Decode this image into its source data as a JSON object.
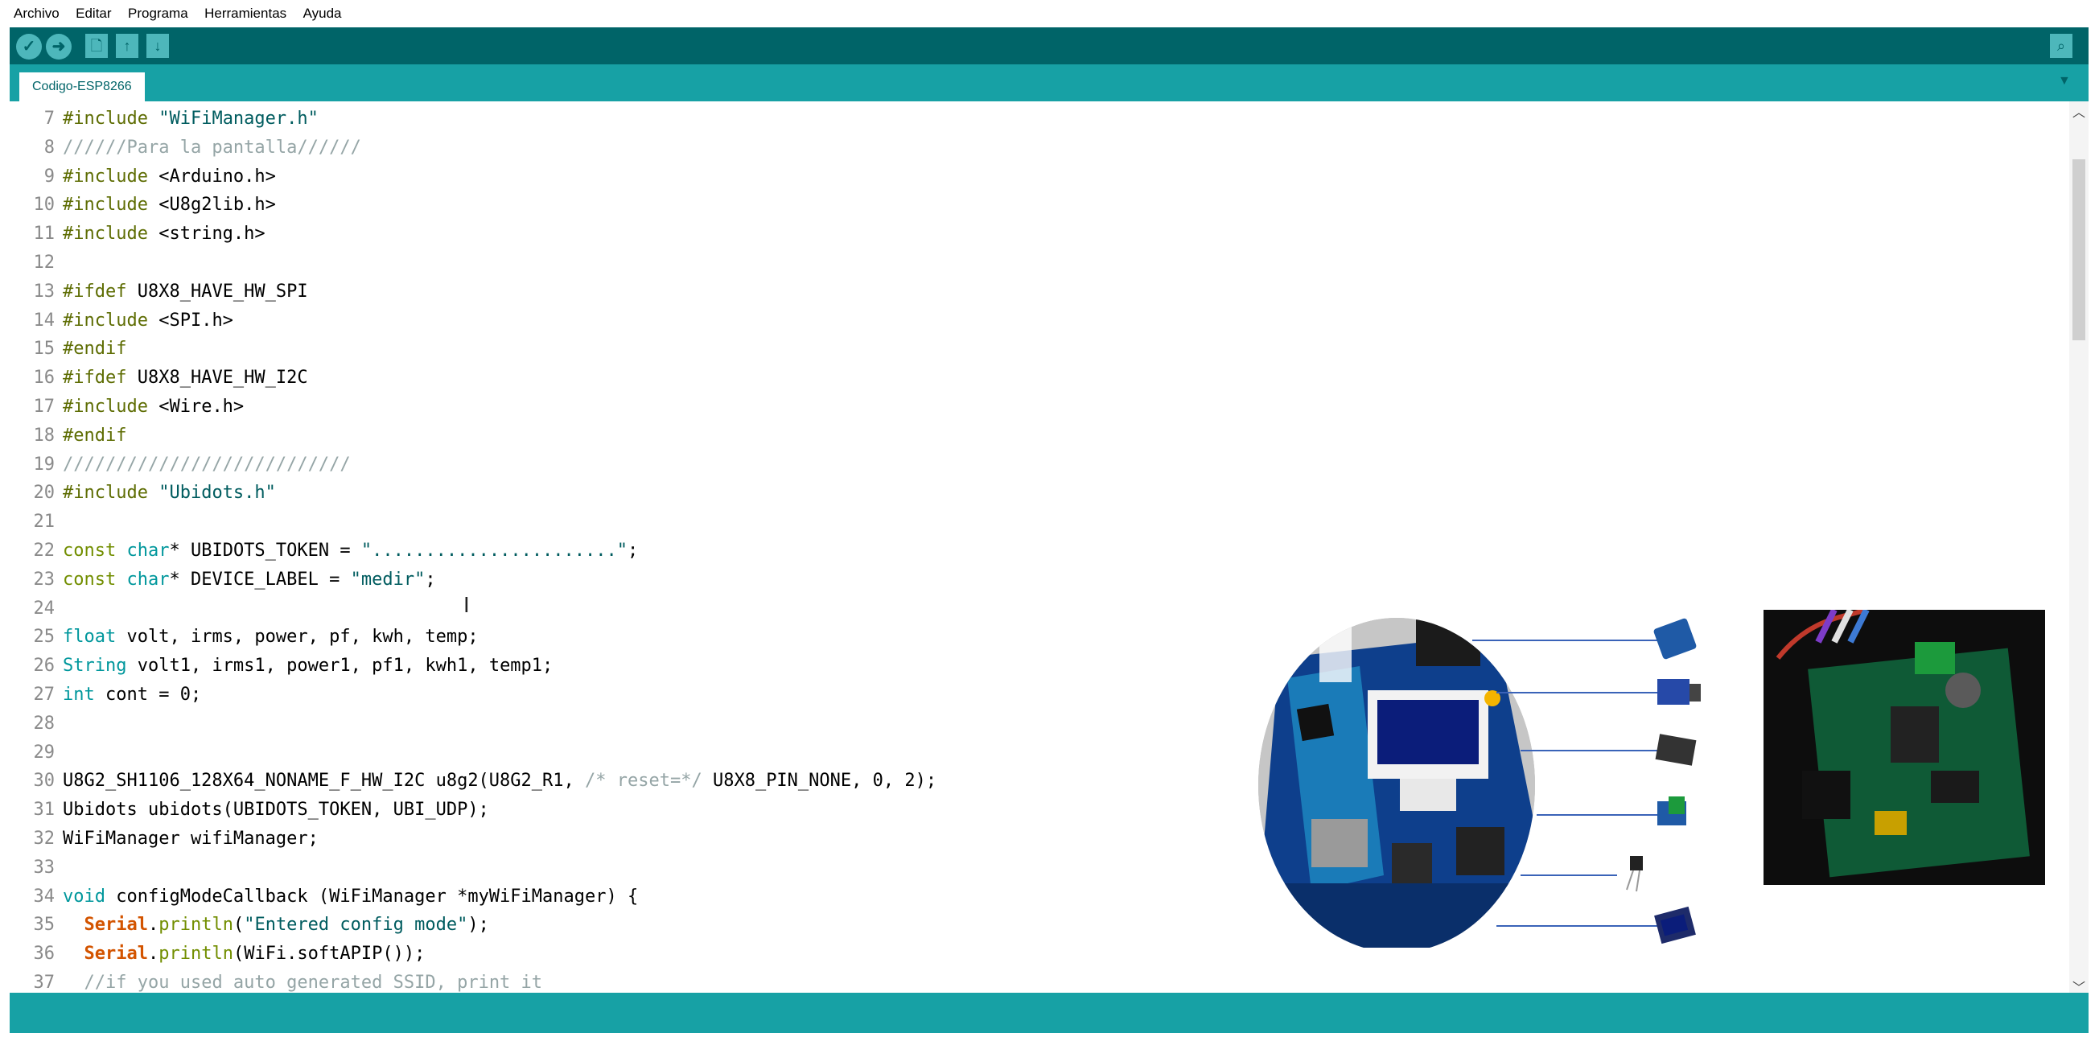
{
  "menu": [
    "Archivo",
    "Editar",
    "Programa",
    "Herramientas",
    "Ayuda"
  ],
  "toolbar": {
    "verify_icon": "check-icon",
    "upload_icon": "arrow-right-icon",
    "new_icon": "document-icon",
    "open_icon": "arrow-up-icon",
    "save_icon": "arrow-down-icon",
    "serial_monitor_icon": "magnifier-icon"
  },
  "tab": {
    "label": "Codigo-ESP8266"
  },
  "colors": {
    "toolbar": "#006468",
    "tabbar": "#17a1a5",
    "keyword": "#728e00",
    "type": "#00979c",
    "function": "#d35400",
    "string": "#005c5f",
    "comment": "#95a5a6"
  },
  "code": {
    "lines": [
      {
        "n": "7",
        "parts": [
          [
            "pp",
            "#include"
          ],
          [
            "",
            " "
          ],
          [
            "st",
            "\"WiFiManager.h\""
          ]
        ]
      },
      {
        "n": "8",
        "parts": [
          [
            "cm",
            "//////Para la pantalla//////"
          ]
        ]
      },
      {
        "n": "9",
        "parts": [
          [
            "pp",
            "#include"
          ],
          [
            "",
            " <Arduino.h>"
          ]
        ]
      },
      {
        "n": "10",
        "parts": [
          [
            "pp",
            "#include"
          ],
          [
            "",
            " <U8g2lib.h>"
          ]
        ]
      },
      {
        "n": "11",
        "parts": [
          [
            "pp",
            "#include"
          ],
          [
            "",
            " <string.h>"
          ]
        ]
      },
      {
        "n": "12",
        "parts": []
      },
      {
        "n": "13",
        "parts": [
          [
            "pp",
            "#ifdef"
          ],
          [
            "",
            " U8X8_HAVE_HW_SPI"
          ]
        ]
      },
      {
        "n": "14",
        "parts": [
          [
            "pp",
            "#include"
          ],
          [
            "",
            " <SPI.h>"
          ]
        ]
      },
      {
        "n": "15",
        "parts": [
          [
            "pp",
            "#endif"
          ]
        ]
      },
      {
        "n": "16",
        "parts": [
          [
            "pp",
            "#ifdef"
          ],
          [
            "",
            " U8X8_HAVE_HW_I2C"
          ]
        ]
      },
      {
        "n": "17",
        "parts": [
          [
            "pp",
            "#include"
          ],
          [
            "",
            " <Wire.h>"
          ]
        ]
      },
      {
        "n": "18",
        "parts": [
          [
            "pp",
            "#endif"
          ]
        ]
      },
      {
        "n": "19",
        "parts": [
          [
            "cm",
            "///////////////////////////"
          ]
        ]
      },
      {
        "n": "20",
        "parts": [
          [
            "pp",
            "#include"
          ],
          [
            "",
            " "
          ],
          [
            "st",
            "\"Ubidots.h\""
          ]
        ]
      },
      {
        "n": "21",
        "parts": []
      },
      {
        "n": "22",
        "parts": [
          [
            "kw",
            "const"
          ],
          [
            "",
            " "
          ],
          [
            "ty",
            "char"
          ],
          [
            "",
            "* UBIDOTS_TOKEN = "
          ],
          [
            "st",
            "\".......................\""
          ],
          [
            "",
            ";"
          ]
        ]
      },
      {
        "n": "23",
        "parts": [
          [
            "kw",
            "const"
          ],
          [
            "",
            " "
          ],
          [
            "ty",
            "char"
          ],
          [
            "",
            "* DEVICE_LABEL = "
          ],
          [
            "st",
            "\"medir\""
          ],
          [
            "",
            ";"
          ]
        ]
      },
      {
        "n": "24",
        "parts": []
      },
      {
        "n": "25",
        "parts": [
          [
            "ty",
            "float"
          ],
          [
            "",
            " volt, irms, power, pf, kwh, temp;"
          ]
        ]
      },
      {
        "n": "26",
        "parts": [
          [
            "ty",
            "String"
          ],
          [
            "",
            " volt1, irms1, power1, pf1, kwh1, temp1;"
          ]
        ]
      },
      {
        "n": "27",
        "parts": [
          [
            "ty",
            "int"
          ],
          [
            "",
            " cont = 0;"
          ]
        ]
      },
      {
        "n": "28",
        "parts": []
      },
      {
        "n": "29",
        "parts": []
      },
      {
        "n": "30",
        "parts": [
          [
            "",
            "U8G2_SH1106_128X64_NONAME_F_HW_I2C u8g2(U8G2_R1, "
          ],
          [
            "cm",
            "/* reset=*/"
          ],
          [
            "",
            " U8X8_PIN_NONE, 0, 2);"
          ]
        ]
      },
      {
        "n": "31",
        "parts": [
          [
            "",
            "Ubidots ubidots(UBIDOTS_TOKEN, UBI_UDP);"
          ]
        ]
      },
      {
        "n": "32",
        "parts": [
          [
            "",
            "WiFiManager wifiManager;"
          ]
        ]
      },
      {
        "n": "33",
        "parts": []
      },
      {
        "n": "34",
        "parts": [
          [
            "ty",
            "void"
          ],
          [
            "",
            " configModeCallback (WiFiManager *myWiFiManager) {"
          ]
        ]
      },
      {
        "n": "35",
        "parts": [
          [
            "",
            "  "
          ],
          [
            "fn",
            "Serial"
          ],
          [
            "",
            "."
          ],
          [
            "kw",
            "println"
          ],
          [
            "",
            "("
          ],
          [
            "st",
            "\"Entered config mode\""
          ],
          [
            "",
            ");"
          ]
        ]
      },
      {
        "n": "36",
        "parts": [
          [
            "",
            "  "
          ],
          [
            "fn",
            "Serial"
          ],
          [
            "",
            "."
          ],
          [
            "kw",
            "println"
          ],
          [
            "",
            "(WiFi.softAPIP());"
          ]
        ]
      },
      {
        "n": "37",
        "parts": [
          [
            "",
            "  "
          ],
          [
            "cm",
            "//if you used auto generated SSID, print it"
          ]
        ]
      }
    ]
  },
  "overlay": {
    "board_image": "pcb-render",
    "photo_image": "pcb-photo",
    "module_icons": [
      "arduino-nano-icon",
      "sensor-module-icon",
      "esp8266-module-icon",
      "relay-module-icon",
      "temperature-sensor-icon",
      "oled-display-icon"
    ]
  }
}
